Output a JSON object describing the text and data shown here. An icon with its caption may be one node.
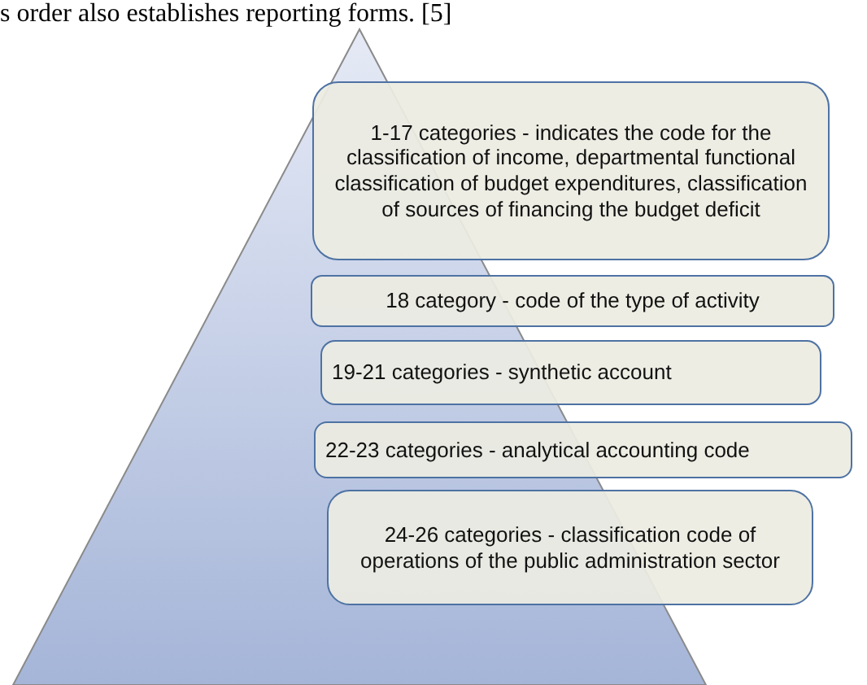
{
  "diagram": {
    "nodes": [
      {
        "text": [],
        "shape": "triangle"
      },
      {
        "text": [
          "1-17 categories - indicates the code for the classification of income, departmental functional classification of budget expenditures, classification of sources of financing the budget deficit"
        ]
      },
      {
        "text": [
          "18 category - code of the type of activity"
        ]
      },
      {
        "text": [
          "19-21 categories - synthetic account"
        ]
      },
      {
        "text": [
          "22-23 categories - analytical accounting code"
        ]
      },
      {
        "text": [
          "24-26 categories - classification code of operations of the public administration sector"
        ]
      }
    ],
    "labels": [
      "s order also establishes reporting forms. [5]"
    ]
  }
}
